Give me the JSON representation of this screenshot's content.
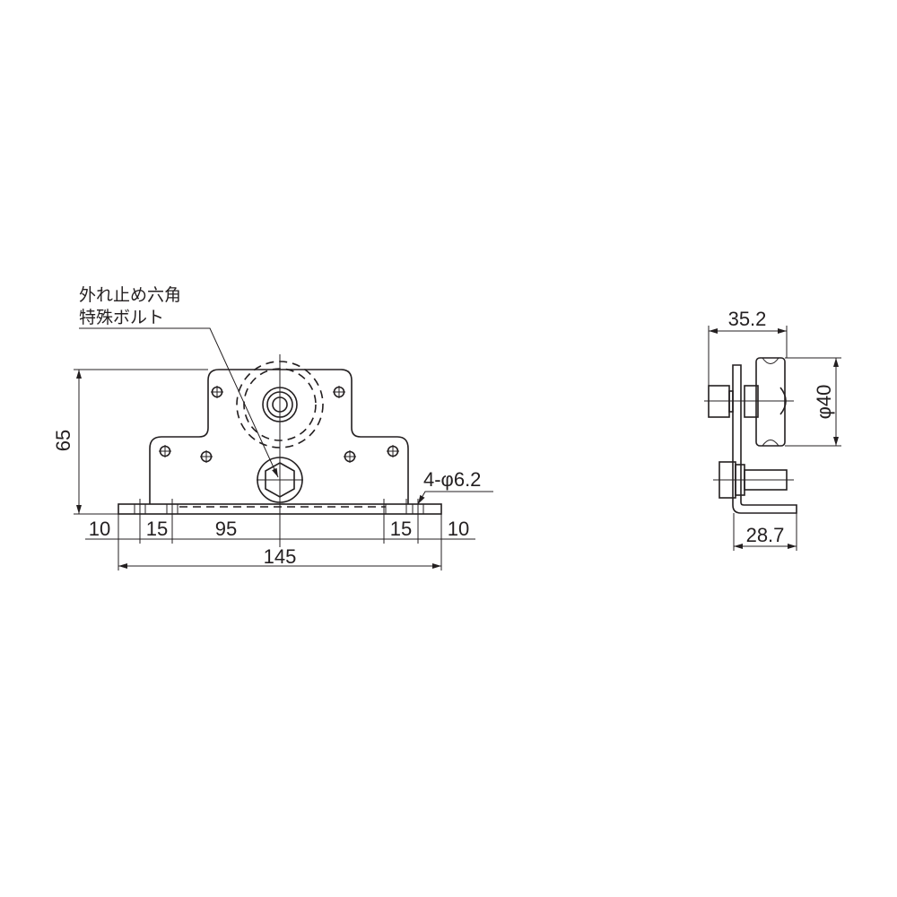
{
  "front_view": {
    "callout_line1": "外れ止め六角",
    "callout_line2": "特殊ボルト",
    "dim_height": "65",
    "dim_left_edge": "10",
    "dim_left_hole": "15",
    "dim_center": "95",
    "dim_right_hole": "15",
    "dim_right_edge": "10",
    "dim_total_width": "145",
    "hole_note": "4-φ6.2"
  },
  "side_view": {
    "dim_depth": "35.2",
    "dim_wheel_diameter": "φ40",
    "dim_base": "28.7"
  }
}
